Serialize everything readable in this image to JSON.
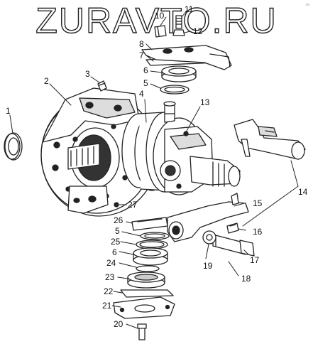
{
  "watermark": "ZURAVTO.RU",
  "corner_mark": "Jrc",
  "callouts": [
    {
      "id": "c1",
      "text": "1"
    },
    {
      "id": "c2",
      "text": "2"
    },
    {
      "id": "c3",
      "text": "3"
    },
    {
      "id": "c4",
      "text": "4"
    },
    {
      "id": "c5a",
      "text": "5"
    },
    {
      "id": "c5b",
      "text": "5"
    },
    {
      "id": "c6a",
      "text": "6"
    },
    {
      "id": "c6b",
      "text": "6"
    },
    {
      "id": "c7",
      "text": "7"
    },
    {
      "id": "c8",
      "text": "8"
    },
    {
      "id": "c10",
      "text": "10"
    },
    {
      "id": "c11",
      "text": "11"
    },
    {
      "id": "c12",
      "text": "12"
    },
    {
      "id": "c13",
      "text": "13"
    },
    {
      "id": "c14",
      "text": "14"
    },
    {
      "id": "c15",
      "text": "15"
    },
    {
      "id": "c16",
      "text": "16"
    },
    {
      "id": "c17",
      "text": "17"
    },
    {
      "id": "c18",
      "text": "18"
    },
    {
      "id": "c19",
      "text": "19"
    },
    {
      "id": "c20",
      "text": "20"
    },
    {
      "id": "c21",
      "text": "21"
    },
    {
      "id": "c22",
      "text": "22"
    },
    {
      "id": "c23",
      "text": "23"
    },
    {
      "id": "c24",
      "text": "24"
    },
    {
      "id": "c25",
      "text": "25"
    },
    {
      "id": "c26",
      "text": "26"
    },
    {
      "id": "c27",
      "text": "27"
    }
  ]
}
